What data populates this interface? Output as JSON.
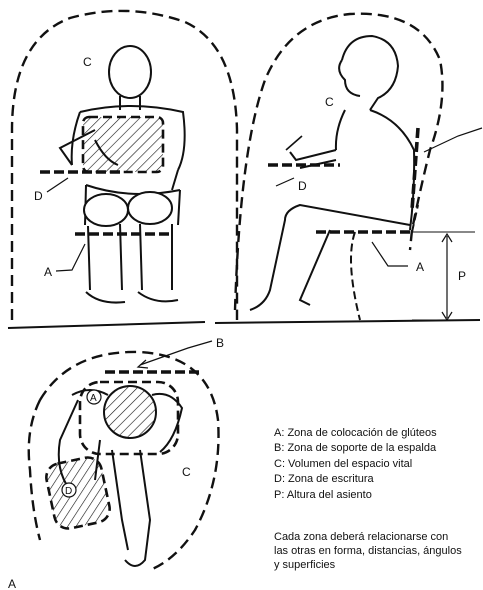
{
  "labels": {
    "c_front": "C",
    "c_side": "C",
    "c_top": "C",
    "d_front": "D",
    "d_side": "D",
    "d_top": "D",
    "a_front": "A",
    "a_side": "A",
    "a_top": "A",
    "b_top": "B",
    "p_side": "P",
    "a_bottom": "A"
  },
  "legend": [
    {
      "key": "A",
      "text": "A: Zona de colocación de glúteos"
    },
    {
      "key": "B",
      "text": "B: Zona de soporte de la espalda"
    },
    {
      "key": "C",
      "text": "C: Volumen del espacio vital"
    },
    {
      "key": "D",
      "text": "D: Zona de escritura"
    },
    {
      "key": "P",
      "text": "P: Altura del asiento"
    }
  ],
  "note": {
    "line1": "Cada zona deberá relacionarse con",
    "line2": "las otras en forma, distancias, ángulos",
    "line3": "y superficies"
  }
}
